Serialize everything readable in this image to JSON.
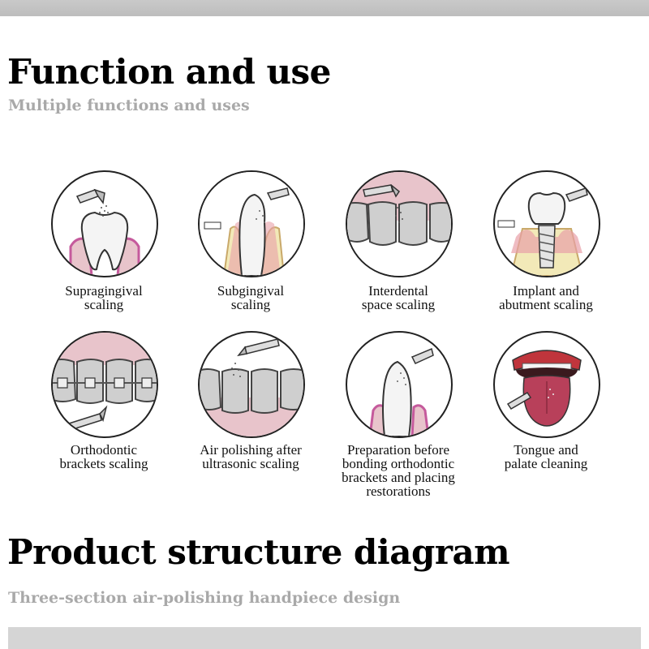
{
  "sections": {
    "function": {
      "title": "Function and use",
      "subtitle": "Multiple functions and uses"
    },
    "structure": {
      "title": "Product structure diagram",
      "subtitle": "Three-section air-polishing handpiece design"
    }
  },
  "colors": {
    "gum_pink": "#e8c4cb",
    "gum_magenta": "#c55a9c",
    "tooth": "#f4f4f4",
    "bone": "#f2e9b8",
    "tongue": "#b8405a",
    "band_gray": "#d5d5d5"
  },
  "uses": [
    {
      "icon": "supragingival-scaling-icon",
      "lines": [
        "Supragingival",
        "scaling"
      ]
    },
    {
      "icon": "subgingival-scaling-icon",
      "lines": [
        "Subgingival",
        "scaling"
      ]
    },
    {
      "icon": "interdental-scaling-icon",
      "lines": [
        "Interdental",
        "space scaling"
      ]
    },
    {
      "icon": "implant-scaling-icon",
      "lines": [
        "Implant and",
        "abutment scaling"
      ]
    },
    {
      "icon": "orthodontic-brackets-icon",
      "lines": [
        "Orthodontic",
        "brackets scaling"
      ]
    },
    {
      "icon": "air-polishing-icon",
      "lines": [
        "Air polishing after",
        "ultrasonic scaling"
      ]
    },
    {
      "icon": "bonding-preparation-icon",
      "lines": [
        "Preparation before",
        "bonding orthodontic",
        "brackets and placing",
        "restorations"
      ]
    },
    {
      "icon": "tongue-cleaning-icon",
      "lines": [
        "Tongue and",
        "palate cleaning"
      ]
    }
  ]
}
